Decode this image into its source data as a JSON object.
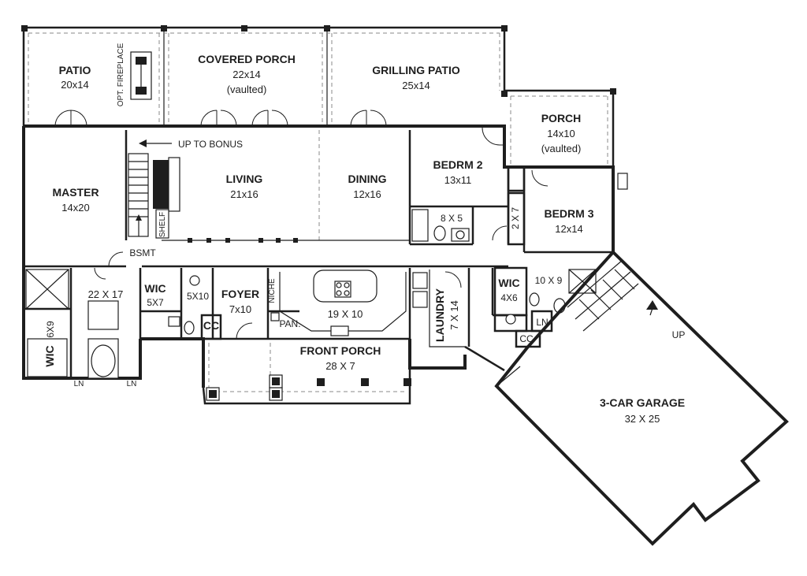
{
  "rooms": {
    "patio": {
      "name": "PATIO",
      "size": "20x14"
    },
    "fireplace": {
      "name": "OPT. FIREPLACE"
    },
    "covered_porch": {
      "name": "COVERED PORCH",
      "size": "22x14",
      "note": "(vaulted)"
    },
    "grilling_patio": {
      "name": "GRILLING PATIO",
      "size": "25x14"
    },
    "porch": {
      "name": "PORCH",
      "size": "14x10",
      "note": "(vaulted)"
    },
    "master": {
      "name": "MASTER",
      "size": "14x20"
    },
    "living": {
      "name": "LIVING",
      "size": "21x16"
    },
    "dining": {
      "name": "DINING",
      "size": "12x16"
    },
    "bedrm2": {
      "name": "BEDRM 2",
      "size": "13x11"
    },
    "bedrm3": {
      "name": "BEDRM 3",
      "size": "12x14"
    },
    "bath2": {
      "size": "8 X 5"
    },
    "closet_2x7": {
      "size": "2 X 7"
    },
    "master_bath": {
      "size": "22 X 17"
    },
    "wic_master": {
      "name": "WIC",
      "size": "5X7"
    },
    "wic_6x9": {
      "name": "WIC",
      "size": "6X9"
    },
    "powder": {
      "size": "5X10"
    },
    "foyer": {
      "name": "FOYER",
      "size": "7x10"
    },
    "kitchen": {
      "size": "19 X 10"
    },
    "laundry": {
      "name": "LAUNDRY",
      "size": "7 X 14"
    },
    "wic_4x6": {
      "name": "WIC",
      "size": "4X6"
    },
    "bath3": {
      "size": "10 X 9"
    },
    "front_porch": {
      "name": "FRONT PORCH",
      "size": "28 X 7"
    },
    "garage": {
      "name": "3-CAR GARAGE",
      "size": "32 X 25"
    }
  },
  "labels": {
    "up_to_bonus": "UP TO BONUS",
    "shelf": "SHELF",
    "bsmt": "BSMT",
    "niche": "NICHE",
    "pantry": "PAN.",
    "cc_foyer": "CC",
    "cc_garage": "CC",
    "ln_garage": "LN",
    "ln_left": "LN",
    "ln_right": "LN",
    "up_garage": "UP"
  }
}
